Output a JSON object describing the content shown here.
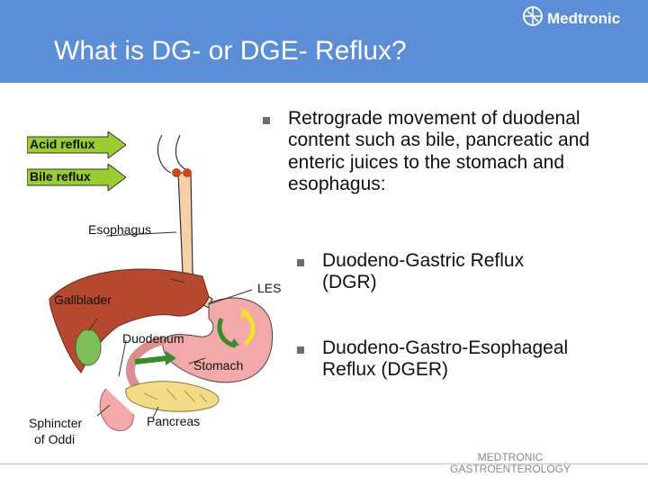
{
  "slide": {
    "title": "What is DG- or DGE- Reflux?",
    "brand": "Medtronic"
  },
  "bullets": [
    {
      "text": "Retrograde movement of duodenal content such as bile, pancreatic and enteric juices to the stomach and esophagus:"
    },
    {
      "text": "Duodeno-Gastric Reflux (DGR)"
    },
    {
      "text": "Duodeno-Gastro-Esophageal Reflux (DGER)"
    }
  ],
  "diagram": {
    "arrows": {
      "acid": "Acid reflux",
      "bile": "Bile reflux",
      "acid_color": "#9acd32",
      "bile_color": "#9acd32"
    },
    "labels": {
      "esophagus": "Esophagus",
      "les": "LES",
      "gallbladder": "Gallblader",
      "duodenum": "Duodenum",
      "stomach": "Stomach",
      "sphincter_line1": "Sphincter",
      "sphincter_line2": "of Oddi",
      "pancreas": "Pancreas"
    },
    "colors": {
      "liver": "#b5482e",
      "stomach": "#f3a9a9",
      "pancreas": "#f2dc8a",
      "gallbladder": "#7fbf5a",
      "esophagus": "#f6d1a8",
      "header": "#5b8ed6"
    }
  },
  "footer": {
    "line1": "MEDTRONIC",
    "line2": "GASTROENTEROLOGY"
  }
}
